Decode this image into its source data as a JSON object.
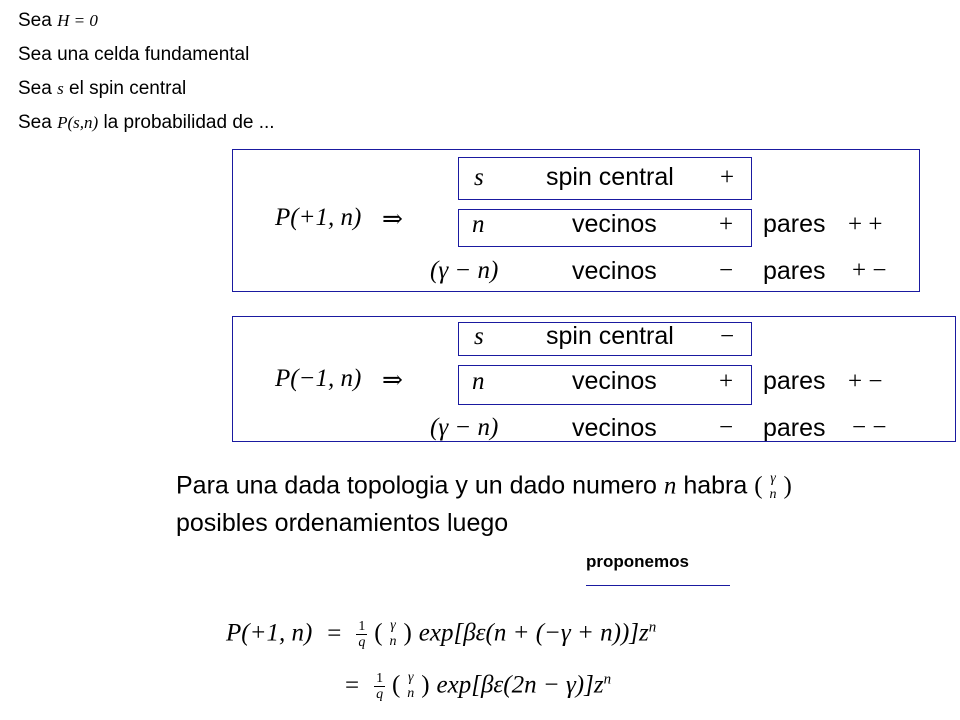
{
  "intro": {
    "line1": {
      "prefix": "Sea",
      "math": "H = 0"
    },
    "line2": {
      "text": "Sea una celda fundamental"
    },
    "line3": {
      "prefix": "Sea",
      "math": "s",
      "suffix": "el spin central"
    },
    "line4": {
      "prefix": "Sea",
      "math": "P(s,n)",
      "suffix": "la probabilidad de ..."
    }
  },
  "panel_plus": {
    "lhs": "P(+1, n)",
    "arrow": "⇒",
    "row1": {
      "sym": "s",
      "label": "spin central",
      "sign": "+"
    },
    "row2": {
      "sym": "n",
      "label": "vecinos",
      "sign": "+",
      "pares_label": "pares",
      "pares_sign": "+ +"
    },
    "row3": {
      "sym": "(γ − n)",
      "label": "vecinos",
      "sign": "−",
      "pares_label": "pares",
      "pares_sign": "+ −"
    }
  },
  "panel_minus": {
    "lhs": "P(−1, n)",
    "arrow": "⇒",
    "row1": {
      "sym": "s",
      "label": "spin central",
      "sign": "−"
    },
    "row2": {
      "sym": "n",
      "label": "vecinos",
      "sign": "+",
      "pares_label": "pares",
      "pares_sign": "+ −"
    },
    "row3": {
      "sym": "(γ − n)",
      "label": "vecinos",
      "sign": "−",
      "pares_label": "pares",
      "pares_sign": "− −"
    }
  },
  "paragraph": {
    "line1_a": "Para una dada topologia y un dado numero",
    "line1_n": "n",
    "line1_b": "habra",
    "binom_top": "γ",
    "binom_bottom": "n",
    "line2": "posibles ordenamientos luego"
  },
  "proponemos": "proponemos",
  "equation": {
    "lhs": "P(+1, n)",
    "eq": "=",
    "frac_num": "1",
    "frac_den": "q",
    "binom_top": "γ",
    "binom_bottom": "n",
    "rhs1": "exp[βε(n + (−γ + n))]z",
    "rhs2": "exp[βε(2n − γ)]z",
    "exponent": "n"
  }
}
